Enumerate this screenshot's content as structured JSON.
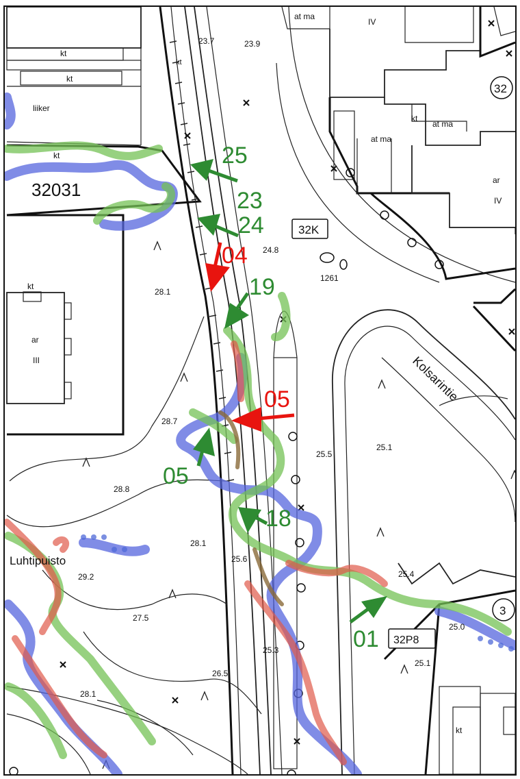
{
  "colors": {
    "marker_green": "#2e8b32",
    "marker_red": "#e8140f",
    "route_blue": "#5566dd",
    "route_green": "#74c256",
    "route_red": "#e05a4a"
  },
  "map": {
    "block_labels": {
      "kt_1": "kt",
      "kt_2": "kt",
      "kt_3": "kt",
      "kt_4": "kt",
      "kt_5": "kt",
      "kt_6": "kt",
      "kt_7": "kt",
      "liiker": "liiker",
      "ar_1": "ar",
      "ar_2": "ar",
      "iii": "III",
      "iv_1": "IV",
      "iv_2": "IV",
      "at_ma_1": "at ma",
      "at_ma_2": "at ma",
      "at_ma_3": "at ma"
    },
    "area_numbers": {
      "block_32031": "32031",
      "road_32K": "32K",
      "road_32P8": "32P8",
      "circle_32": "32",
      "circle_3": "3",
      "parcel_1261": "1261"
    },
    "street_name": "Kolsarintie",
    "park_name": "Luhtipuisto",
    "elevations": {
      "e1": "23.7",
      "e2": "23.9",
      "e3": "24.8",
      "e4": "28.1",
      "e5": "28.7",
      "e6": "28.8",
      "e7": "25.5",
      "e8": "25.1",
      "e9": "28.1",
      "e10": "25.6",
      "e11": "29.2",
      "e12": "27.5",
      "e13": "25.4",
      "e14": "25.0",
      "e15": "25.3",
      "e16": "26.5",
      "e17": "25.1",
      "e18": "28.1"
    },
    "markers": [
      {
        "id": "25",
        "color": "green"
      },
      {
        "id": "23",
        "color": "green"
      },
      {
        "id": "24",
        "color": "green"
      },
      {
        "id": "04",
        "color": "red"
      },
      {
        "id": "19",
        "color": "green"
      },
      {
        "id": "05",
        "color": "red"
      },
      {
        "id": "05",
        "color": "green"
      },
      {
        "id": "18",
        "color": "green"
      },
      {
        "id": "01",
        "color": "green"
      }
    ]
  }
}
